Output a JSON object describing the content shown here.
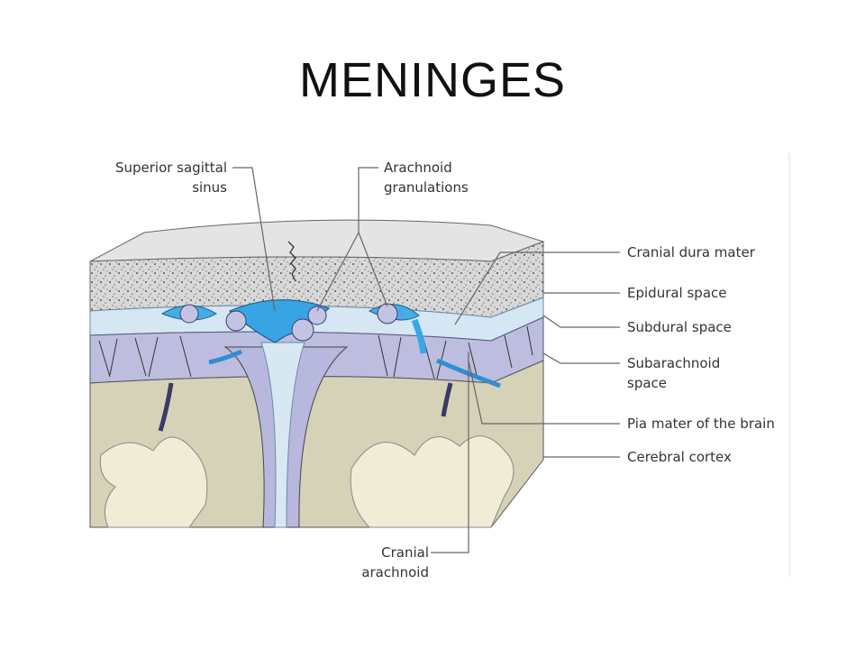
{
  "title": "MENINGES",
  "labels": {
    "superior_sagittal_sinus": [
      "Superior sagittal",
      "sinus"
    ],
    "arachnoid_granulations": [
      "Arachnoid",
      "granulations"
    ],
    "cranial_dura_mater": "Cranial dura mater",
    "epidural_space": "Epidural space",
    "subdural_space": "Subdural space",
    "subarachnoid_space": [
      "Subarachnoid",
      "space"
    ],
    "pia_mater": "Pia mater of the brain",
    "cerebral_cortex": "Cerebral cortex",
    "cranial_arachnoid": [
      "Cranial",
      "arachnoid"
    ]
  },
  "colors": {
    "bone_top": "#e6e6e6",
    "bone_speckle": "#c9c9c9",
    "dura": "#d7e8f2",
    "sinus_blue": "#3aa6e6",
    "subarachnoid": "#b9b9de",
    "cortex": "#d6d2b8",
    "white_matter": "#f1ecd6"
  }
}
